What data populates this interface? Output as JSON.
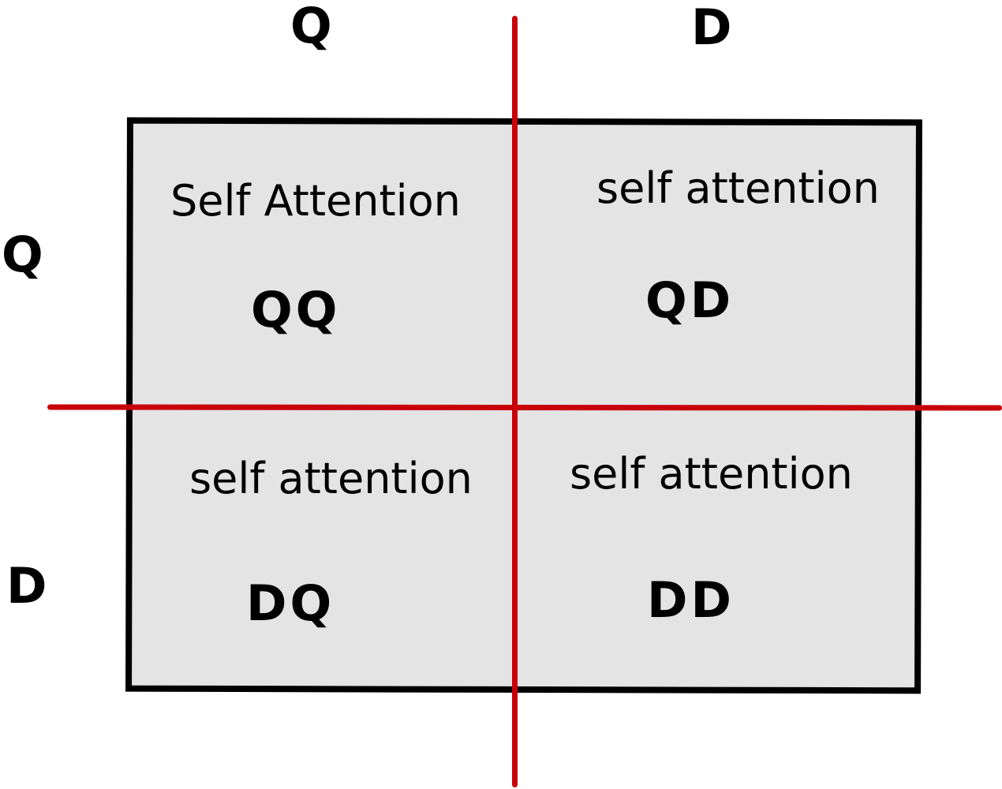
{
  "columns": {
    "left": "Q",
    "right": "D"
  },
  "rows": {
    "top": "Q",
    "bottom": "D"
  },
  "cells": {
    "qq": {
      "title": "Self Attention",
      "code": "QQ"
    },
    "qd": {
      "title": "self attention",
      "code": "QD"
    },
    "dq": {
      "title": "self attention",
      "code": "DQ"
    },
    "dd": {
      "title": "self attention",
      "code": "DD"
    }
  },
  "colors": {
    "box_fill": "#e4e4e4",
    "box_border": "#000000",
    "divider": "#c8000a"
  }
}
